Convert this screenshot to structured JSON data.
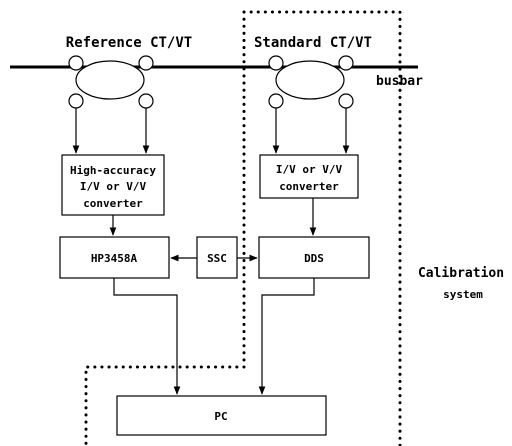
{
  "diagram": {
    "reference_ct_vt": "Reference CT/VT",
    "standard_ct_vt": "Standard CT/VT",
    "busbar": "busbar",
    "ref_converter": [
      "High-accuracy",
      "I/V or V/V",
      "converter"
    ],
    "std_converter": [
      "I/V or V/V",
      "converter"
    ],
    "hp3458a": "HP3458A",
    "ssc": "SSC",
    "dds": "DDS",
    "pc": "PC",
    "calibration_system": [
      "Calibration",
      "system"
    ]
  }
}
